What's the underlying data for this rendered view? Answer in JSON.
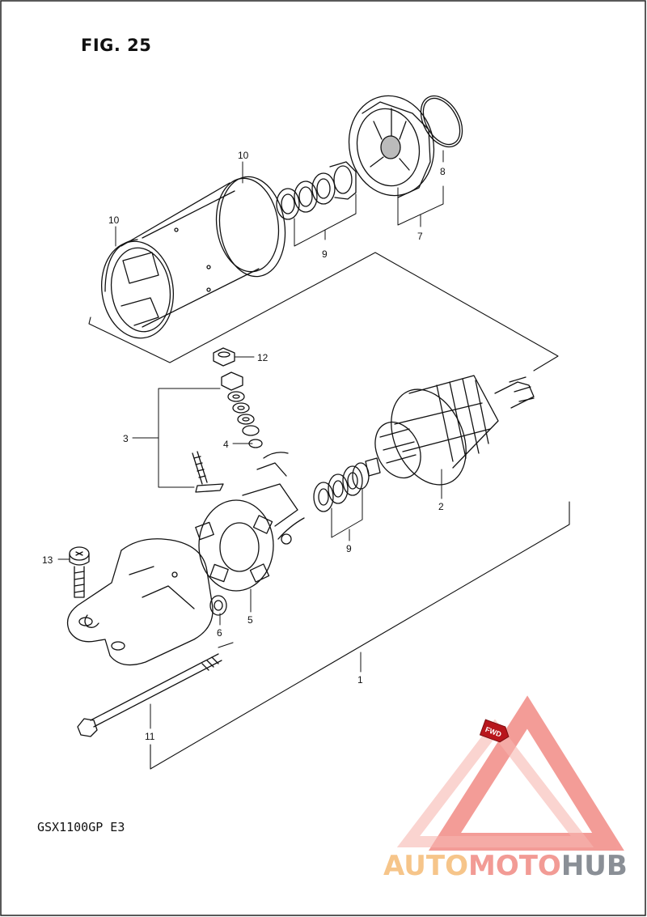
{
  "figure": {
    "title": "FIG. 25",
    "model_code": "GSX1100GP  E3"
  },
  "callouts": {
    "c1": "1",
    "c2": "2",
    "c3": "3",
    "c4": "4",
    "c5": "5",
    "c6": "6",
    "c7": "7",
    "c8": "8",
    "c9a": "9",
    "c9b": "9",
    "c10a": "10",
    "c10b": "10",
    "c11": "11",
    "c12": "12",
    "c13": "13"
  },
  "arrow_label": "FWD",
  "watermark": {
    "part1": "AUTO",
    "part2": "MOTO",
    "part3": "HUB"
  },
  "colors": {
    "line": "#111111",
    "watermark_red": "#f28b86",
    "watermark_orange": "#f6c58a",
    "watermark_gray": "#8a8f96",
    "fwd_badge": "#b8161c"
  }
}
